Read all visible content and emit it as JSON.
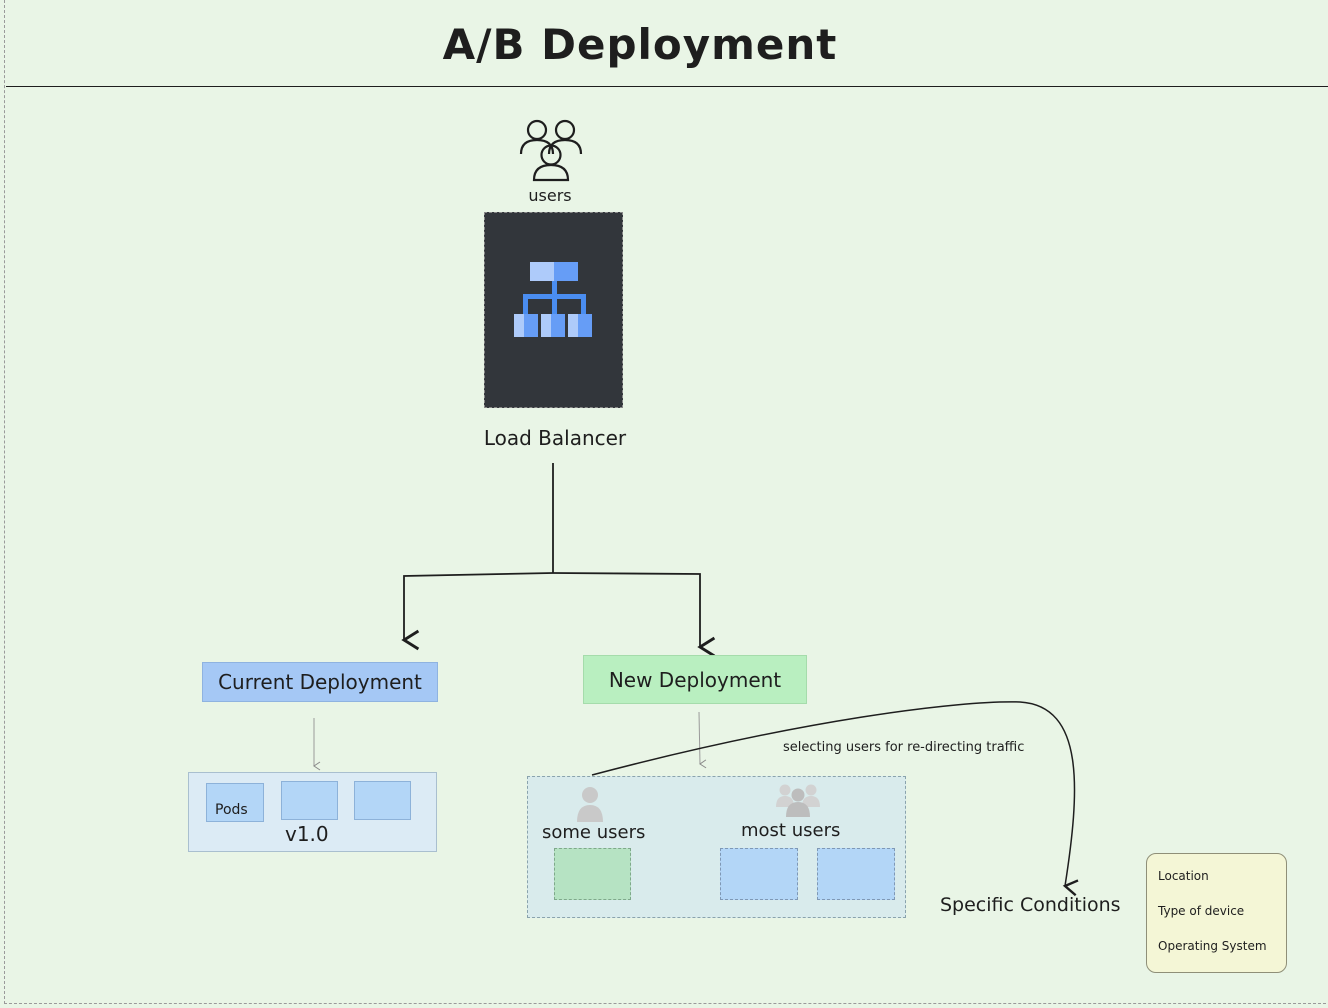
{
  "title": "A/B Deployment",
  "users_label": "users",
  "load_balancer_label": "Load Balancer",
  "current_deployment_label": "Current Deployment",
  "new_deployment_label": "New Deployment",
  "pods_label": "Pods",
  "version_label": "v1.0",
  "some_users_label": "some users",
  "most_users_label": "most users",
  "selecting_label": "selecting users for re-directing traffic",
  "specific_conditions_label": "Specific Conditions",
  "conditions": [
    "Location",
    "Type of device",
    "Operating System"
  ],
  "colors": {
    "background": "#e9f5e6",
    "load_balancer": "#32363b",
    "current_deployment": "#a5c8f5",
    "new_deployment": "#b9efc0",
    "pod": "#b3d6f7",
    "new_pod": "#b6e3c3",
    "conditions_box": "#f4f6d6",
    "lb_icon": "#4a8df0"
  },
  "icons": {
    "users": "users-group-icon",
    "load_balancer": "load-balancer-hierarchy-icon",
    "some_users": "single-user-icon",
    "most_users": "user-group-icon"
  }
}
